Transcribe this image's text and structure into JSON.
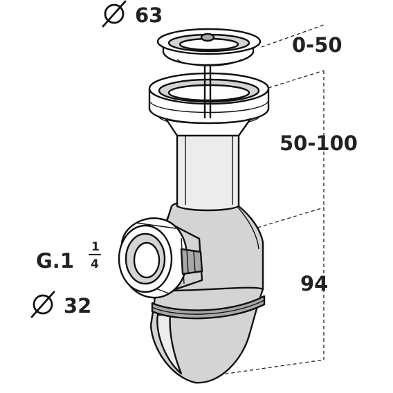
{
  "labels": {
    "diameter_top": "63",
    "dim_0_50": "0-50",
    "dim_50_100": "50-100",
    "thread_main": "G.1",
    "thread_frac_num": "1",
    "thread_frac_den": "4",
    "diameter_outlet": "32",
    "dim_94": "94"
  },
  "icons": {
    "diameter": "diameter-symbol-icon"
  }
}
